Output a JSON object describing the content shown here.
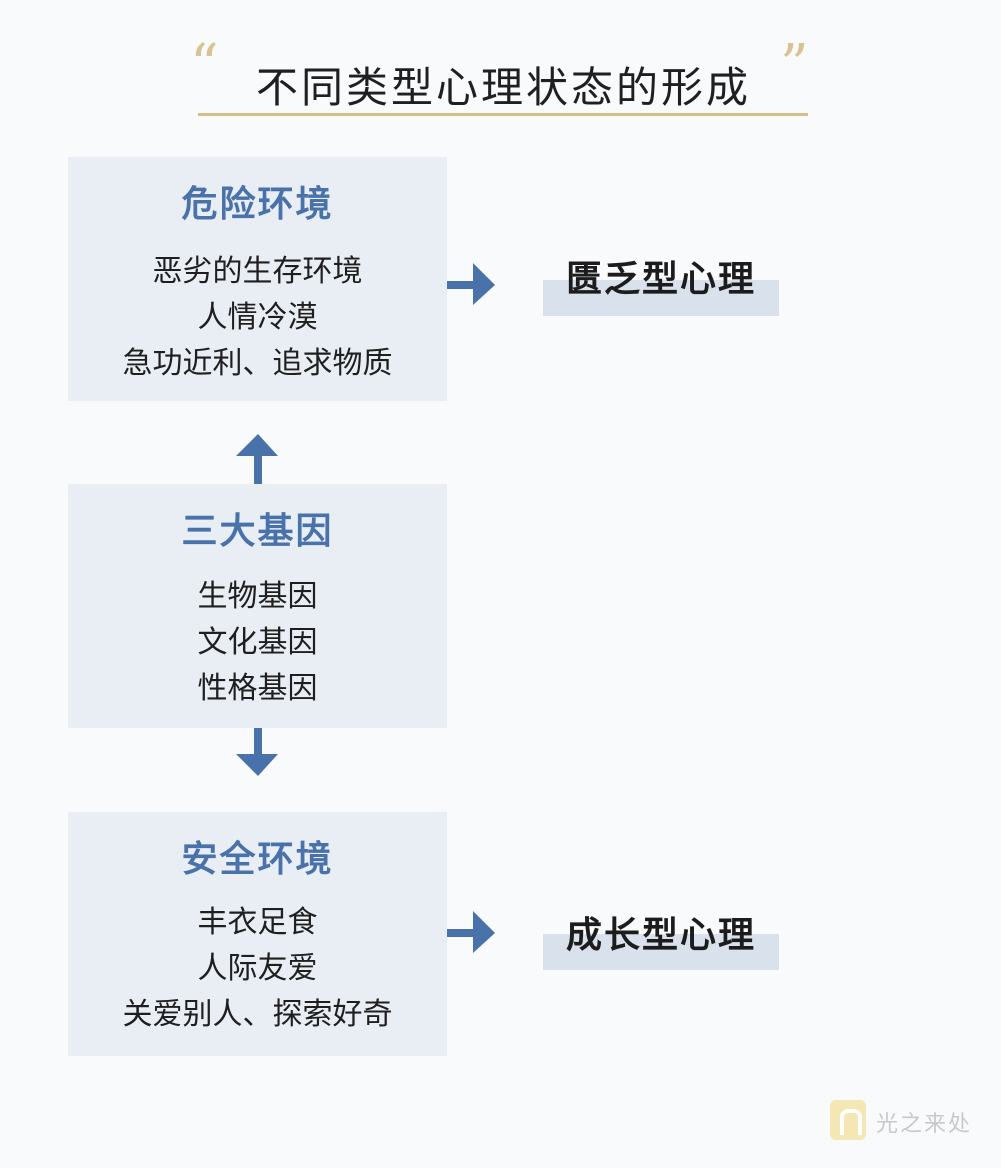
{
  "header": {
    "title": "不同类型心理状态的形成"
  },
  "boxes": {
    "danger": {
      "heading": "危险环境",
      "lines": [
        "恶劣的生存环境",
        "人情冷漠",
        "急功近利、追求物质"
      ]
    },
    "genes": {
      "heading": "三大基因",
      "lines": [
        "生物基因",
        "文化基因",
        "性格基因"
      ]
    },
    "safe": {
      "heading": "安全环境",
      "lines": [
        "丰衣足食",
        "人际友爱",
        "关爱别人、探索好奇"
      ]
    }
  },
  "outcomes": {
    "deficit": "匮乏型心理",
    "growth": "成长型心理"
  },
  "watermark": {
    "text": "光之来处"
  },
  "colors": {
    "accent_gold": "#d6c08a",
    "box_bg": "#e9eef5",
    "heading_blue": "#4a72aa",
    "arrow_blue": "#4a72aa",
    "highlight": "#d8e1ec"
  }
}
